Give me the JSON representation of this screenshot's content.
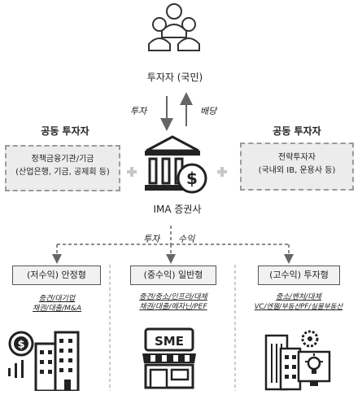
{
  "investor": {
    "icon": "people-group-icon",
    "label": "투자자 (국민)"
  },
  "flow_top": {
    "down_label": "투자",
    "up_label": "배당"
  },
  "co_investor_left": {
    "title": "공동 투자자",
    "line1": "정책금융기관/기금",
    "line2": "(산업은행, 기금, 공제회 등)"
  },
  "co_investor_right": {
    "title": "공동 투자자",
    "line1": "전략투자자",
    "line2": "(국내외 IB, 운용사 등)"
  },
  "center": {
    "icon": "bank-dollar-icon",
    "label": "IMA 증권사"
  },
  "flow_bottom": {
    "down_label": "투자",
    "up_label": "수익"
  },
  "tiers": [
    {
      "label": "(저수익) 안정형",
      "desc1": "중견/대기업",
      "desc2": "채권/대출/M&A",
      "icon": "dollar-coin-buildings-icon"
    },
    {
      "label": "(중수익) 일반형",
      "desc1": "중견/중소/인프라/대체",
      "desc2": "채권/대출/메자닌/PEF",
      "icon": "sme-store-icon",
      "icon_text": "SME"
    },
    {
      "label": "(고수익) 투자형",
      "desc1": "중소/벤처/대체",
      "desc2": "VC/엔젤/부동산PF/실물부동산",
      "icon": "building-gear-bulb-icon"
    }
  ],
  "colors": {
    "box_fill": "#ececec",
    "box_border": "#9a9a9a",
    "arrow": "#666666",
    "plus": "#c8c8c8"
  }
}
